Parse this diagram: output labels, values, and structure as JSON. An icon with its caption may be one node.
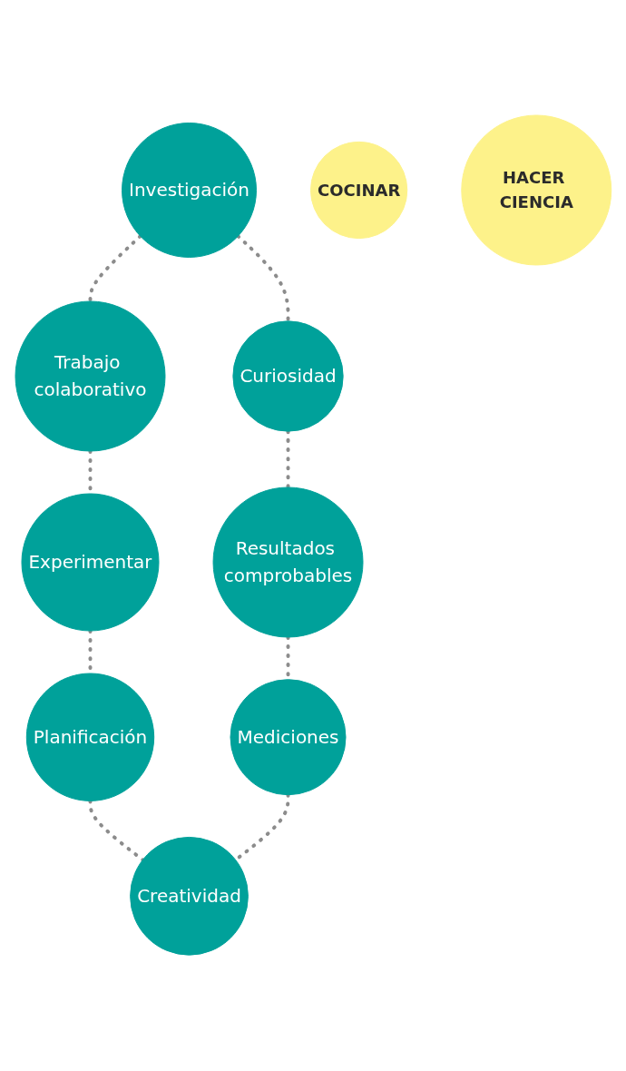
{
  "diagram": {
    "nodes": [
      {
        "text": [
          "Investigación"
        ]
      },
      {
        "text": [
          "Trabajo colaborativo"
        ]
      },
      {
        "text": [
          "Curiosidad"
        ]
      },
      {
        "text": [
          "COCINAR"
        ]
      },
      {
        "text": [
          "Experimentar"
        ]
      },
      {
        "text": [
          "Resultados comprobables"
        ]
      },
      {
        "text": [
          "HACER CIENCIA"
        ]
      },
      {
        "text": [
          "Planificación"
        ]
      },
      {
        "text": [
          "Mediciones"
        ]
      },
      {
        "text": [
          "Creatividad"
        ]
      }
    ],
    "edges": [
      {
        "from": 0,
        "to": 1,
        "arrow": "none",
        "style": "dashed"
      },
      {
        "from": 0,
        "to": 2,
        "arrow": "none",
        "style": "dashed"
      },
      {
        "from": 1,
        "to": 4,
        "arrow": "none",
        "style": "dashed"
      },
      {
        "from": 2,
        "to": 5,
        "arrow": "none",
        "style": "dashed"
      },
      {
        "from": 4,
        "to": 7,
        "arrow": "none",
        "style": "dashed"
      },
      {
        "from": 5,
        "to": 8,
        "arrow": "none",
        "style": "dashed"
      },
      {
        "from": 7,
        "to": 9,
        "arrow": "none",
        "style": "dashed"
      },
      {
        "from": 8,
        "to": 9,
        "arrow": "none",
        "style": "dashed"
      }
    ]
  }
}
